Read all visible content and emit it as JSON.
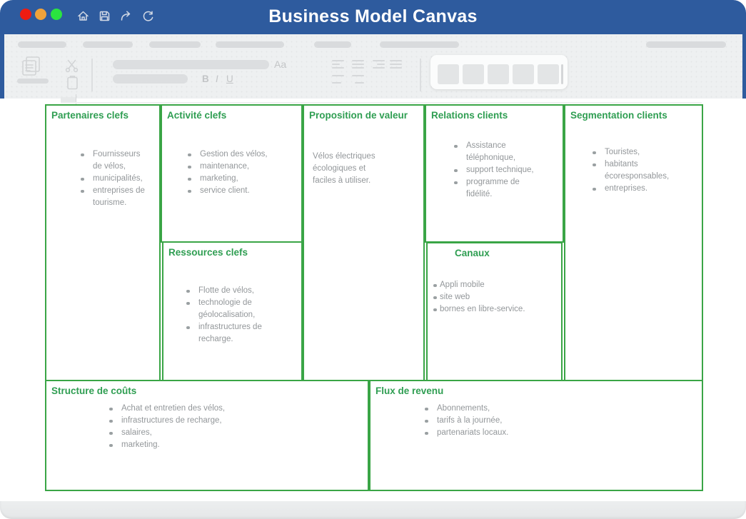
{
  "titlebar": {
    "title": "Business Model Canvas",
    "traffic_lights": {
      "close_color": "#ee1c12",
      "minimize_color": "#f0a23a",
      "maximize_color": "#2ae440"
    },
    "icons": [
      "home-icon",
      "save-icon",
      "share-icon",
      "refresh-icon"
    ]
  },
  "colors": {
    "titlebar_blue": "#2e5b9e",
    "header_green": "#2f9e52",
    "border_green": "#3aa546",
    "body_text_gray": "#93979a",
    "ribbon_bg": "#eef0f1"
  },
  "ribbon": {
    "font_preview_label": "Aa",
    "bold_label": "B",
    "italic_label": "I",
    "underline_label": "U"
  },
  "canvas": {
    "partenaires": {
      "title": "Partenaires clefs",
      "items": [
        "Fournisseurs de vélos,",
        "municipalités,",
        "entreprises de tourisme."
      ]
    },
    "activite": {
      "title": "Activité clefs",
      "items": [
        "Gestion des vélos,",
        "maintenance,",
        "marketing,",
        "service client."
      ]
    },
    "ressources": {
      "title": "Ressources clefs",
      "items": [
        "Flotte de vélos,",
        "technologie de géolocalisation,",
        "infrastructures de recharge."
      ]
    },
    "proposition": {
      "title": "Proposition de valeur",
      "text": "Vélos électriques écologiques et faciles à utiliser."
    },
    "relations": {
      "title": "Relations clients",
      "items": [
        "Assistance téléphonique,",
        "support technique,",
        "programme de fidélité."
      ]
    },
    "canaux": {
      "title": "Canaux",
      "items": [
        "Appli mobile",
        "site web",
        "bornes en libre-service."
      ]
    },
    "segmentation": {
      "title": "Segmentation clients",
      "items": [
        "Touristes,",
        "habitants écoresponsables,",
        "entreprises."
      ]
    },
    "structure": {
      "title": "Structure de coûts",
      "items": [
        "Achat et entretien des vélos,",
        "infrastructures de recharge,",
        "salaires,",
        "marketing."
      ]
    },
    "flux": {
      "title": "Flux de revenu",
      "items": [
        "Abonnements,",
        "tarifs à la journée,",
        "partenariats locaux."
      ]
    }
  }
}
